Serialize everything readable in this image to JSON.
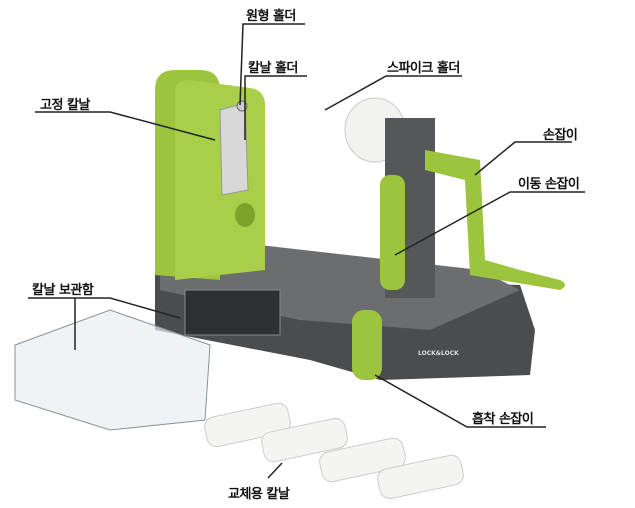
{
  "labels": {
    "round_holder": "원형 홀더",
    "blade_holder": "칼날 홀더",
    "fixed_blade": "고정 칼날",
    "spike_holder": "스파이크 홀더",
    "handle": "손잡이",
    "moving_handle": "이동 손잡이",
    "blade_storage": "칼날 보관함",
    "suction_handle": "흡착 손잡이",
    "replacement_blades": "교체용 칼날"
  },
  "brand": "LOCK&LOCK",
  "colors": {
    "green": "#9cc43c",
    "dark_gray": "#4a4c4e",
    "white": "#f2f2f0",
    "line": "#222222"
  }
}
